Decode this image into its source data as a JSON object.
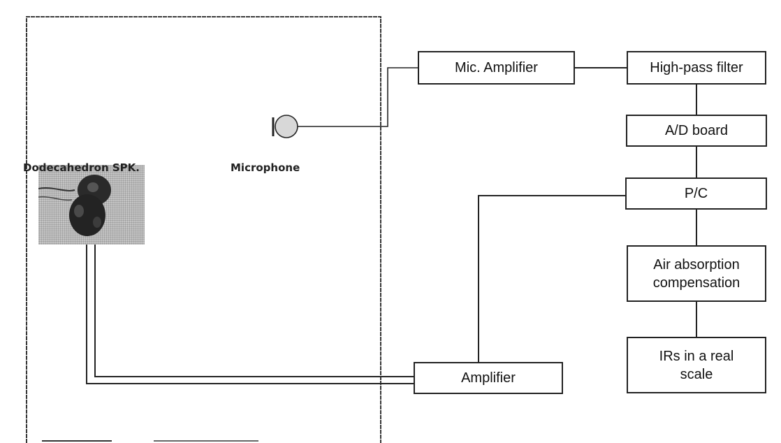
{
  "room": {
    "speaker_label": "Dodecahedron SPK.",
    "microphone_label": "Microphone"
  },
  "blocks": {
    "mic_amplifier": "Mic. Amplifier",
    "high_pass_filter": "High-pass filter",
    "ad_board": "A/D board",
    "pc": "P/C",
    "air_absorption": "Air absorption\ncompensation",
    "irs_real_scale": "IRs in a real\nscale",
    "amplifier": "Amplifier"
  },
  "colors": {
    "line": "#222222",
    "background": "#ffffff",
    "microphone_fill": "#d8d8d8"
  }
}
